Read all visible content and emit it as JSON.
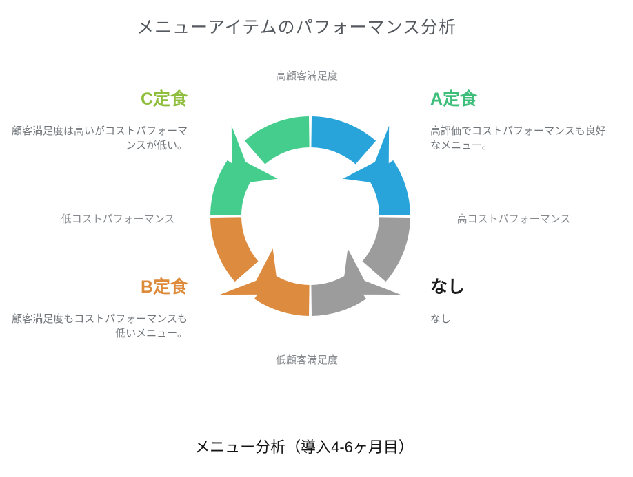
{
  "page": {
    "title": "メニューアイテムのパフォーマンス分析",
    "caption": "メニュー分析（導入4-6ヶ月目）"
  },
  "diagram": {
    "type": "matrix-cycle-arrows",
    "axis_labels": {
      "top": "高顧客満足度",
      "bottom": "低顧客満足度",
      "left": "低コストパフォーマンス",
      "right": "高コストパフォーマンス"
    },
    "quadrants": [
      {
        "position": "top-right",
        "title": "A定食",
        "description": "高評価でコストパフォーマンスも良好なメニュー。",
        "title_color": "#3dbe7b",
        "segment_color": "#29a4db"
      },
      {
        "position": "top-left",
        "title": "C定食",
        "description": "顧客満足度は高いがコストパフォーマンスが低い。",
        "title_color": "#8fbe3c",
        "segment_color": "#45cd8e"
      },
      {
        "position": "bottom-left",
        "title": "B定食",
        "description": "顧客満足度もコストパフォーマンスも低いメニュー。",
        "title_color": "#de8a3b",
        "segment_color": "#dd8b3e"
      },
      {
        "position": "bottom-right",
        "title": "なし",
        "description": "なし",
        "title_color": "#1a1a1a",
        "segment_color": "#9c9c9c"
      }
    ]
  }
}
